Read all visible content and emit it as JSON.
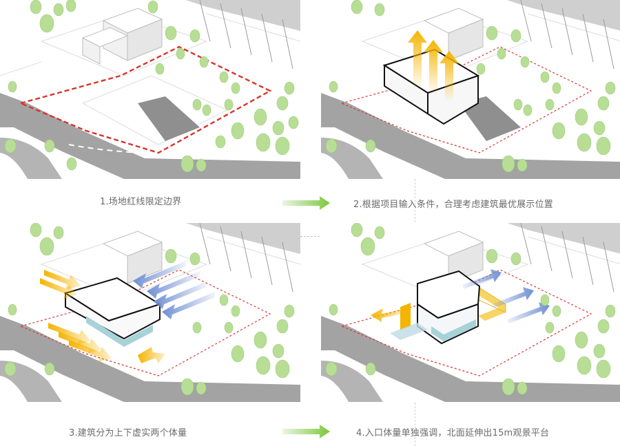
{
  "steps": [
    {
      "caption": "1.场地红线限定边界"
    },
    {
      "caption": "2.根据项目输入条件，合理考虑建筑最优展示位置"
    },
    {
      "caption": "3.建筑分为上下虚实两个体量"
    },
    {
      "caption": "4.入口体量单独强调，北面延伸出15m观景平台"
    }
  ],
  "colors": {
    "redline": "#d9342b",
    "tree": "#b8de96",
    "road": "#a3a3a3",
    "warm_arrow": "#f5b400",
    "cool_arrow": "#6f8fd4",
    "next_arrow": "#7cc63c"
  },
  "icons": [
    "next-step-arrow-icon",
    "next-step-arrow-icon"
  ]
}
